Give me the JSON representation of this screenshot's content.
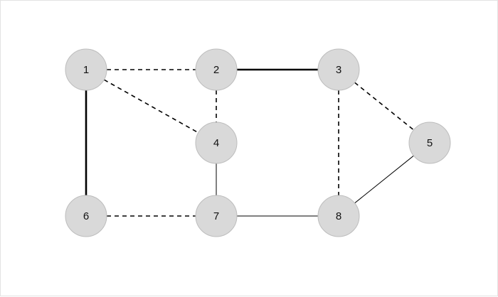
{
  "diagram": {
    "nodes": [
      {
        "id": "1",
        "label": "1"
      },
      {
        "id": "2",
        "label": "2"
      },
      {
        "id": "3",
        "label": "3"
      },
      {
        "id": "4",
        "label": "4"
      },
      {
        "id": "5",
        "label": "5"
      },
      {
        "id": "6",
        "label": "6"
      },
      {
        "id": "7",
        "label": "7"
      },
      {
        "id": "8",
        "label": "8"
      }
    ],
    "edges": [
      {
        "from": "1",
        "to": "2",
        "style": "dashed"
      },
      {
        "from": "2",
        "to": "3",
        "style": "bold"
      },
      {
        "from": "1",
        "to": "4",
        "style": "dashed"
      },
      {
        "from": "2",
        "to": "4",
        "style": "dashed"
      },
      {
        "from": "3",
        "to": "5",
        "style": "dashed"
      },
      {
        "from": "3",
        "to": "8",
        "style": "dashed"
      },
      {
        "from": "1",
        "to": "6",
        "style": "bold"
      },
      {
        "from": "4",
        "to": "7",
        "style": "thin"
      },
      {
        "from": "6",
        "to": "7",
        "style": "dashed"
      },
      {
        "from": "7",
        "to": "8",
        "style": "thin"
      },
      {
        "from": "8",
        "to": "5",
        "style": "thin"
      }
    ],
    "colors": {
      "node_fill": "#d9d9d9",
      "node_stroke": "#bdbdbd",
      "edge": "#000000"
    }
  }
}
